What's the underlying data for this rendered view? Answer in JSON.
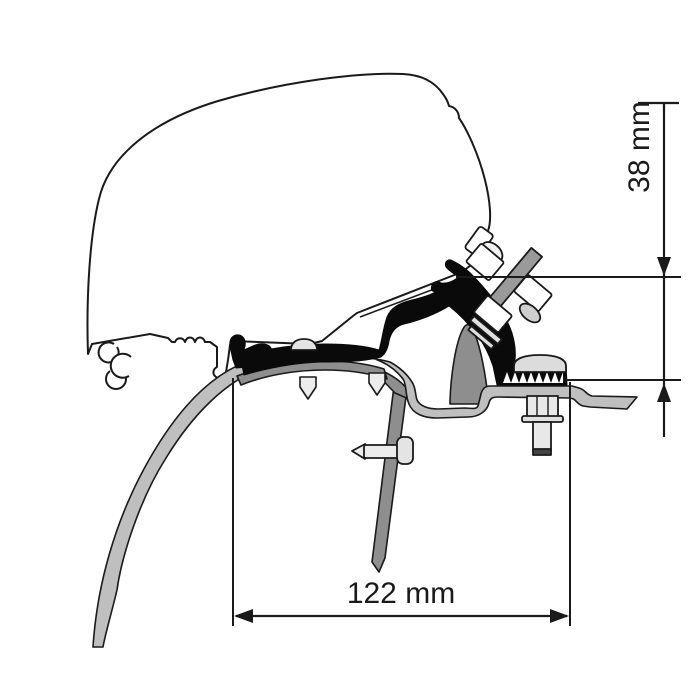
{
  "diagram": {
    "type": "technical-cross-section",
    "subject": "Awning adapter bracket mounted on van roof rail, side cross-section",
    "dimensions": {
      "vertical": {
        "label": "38 mm",
        "value": 38,
        "unit": "mm",
        "orientation": "vertical"
      },
      "horizontal": {
        "label": "122 mm",
        "value": 122,
        "unit": "mm",
        "orientation": "horizontal"
      }
    },
    "colors": {
      "background": "#ffffff",
      "outline": "#1a1a1a",
      "bracket_black": "#0a0a0a",
      "roof_light_gray": "#bfbfbf",
      "adapter_medium_gray": "#8e8e8e",
      "fastener_fill": "#ececec",
      "washer_gray": "#cfcfcf",
      "plate_gray": "#9a9a9a",
      "text": "#1a1a1a"
    },
    "parts": [
      "awning-case-profile",
      "rail-hooks",
      "adapter-bar",
      "mounting-bracket",
      "support-fin",
      "roof-skin",
      "roof-rail-flange",
      "wall-leg",
      "angled-bolt-stack",
      "dome-screw",
      "hex-bolt",
      "self-tapping-screws",
      "serrated-base"
    ]
  }
}
